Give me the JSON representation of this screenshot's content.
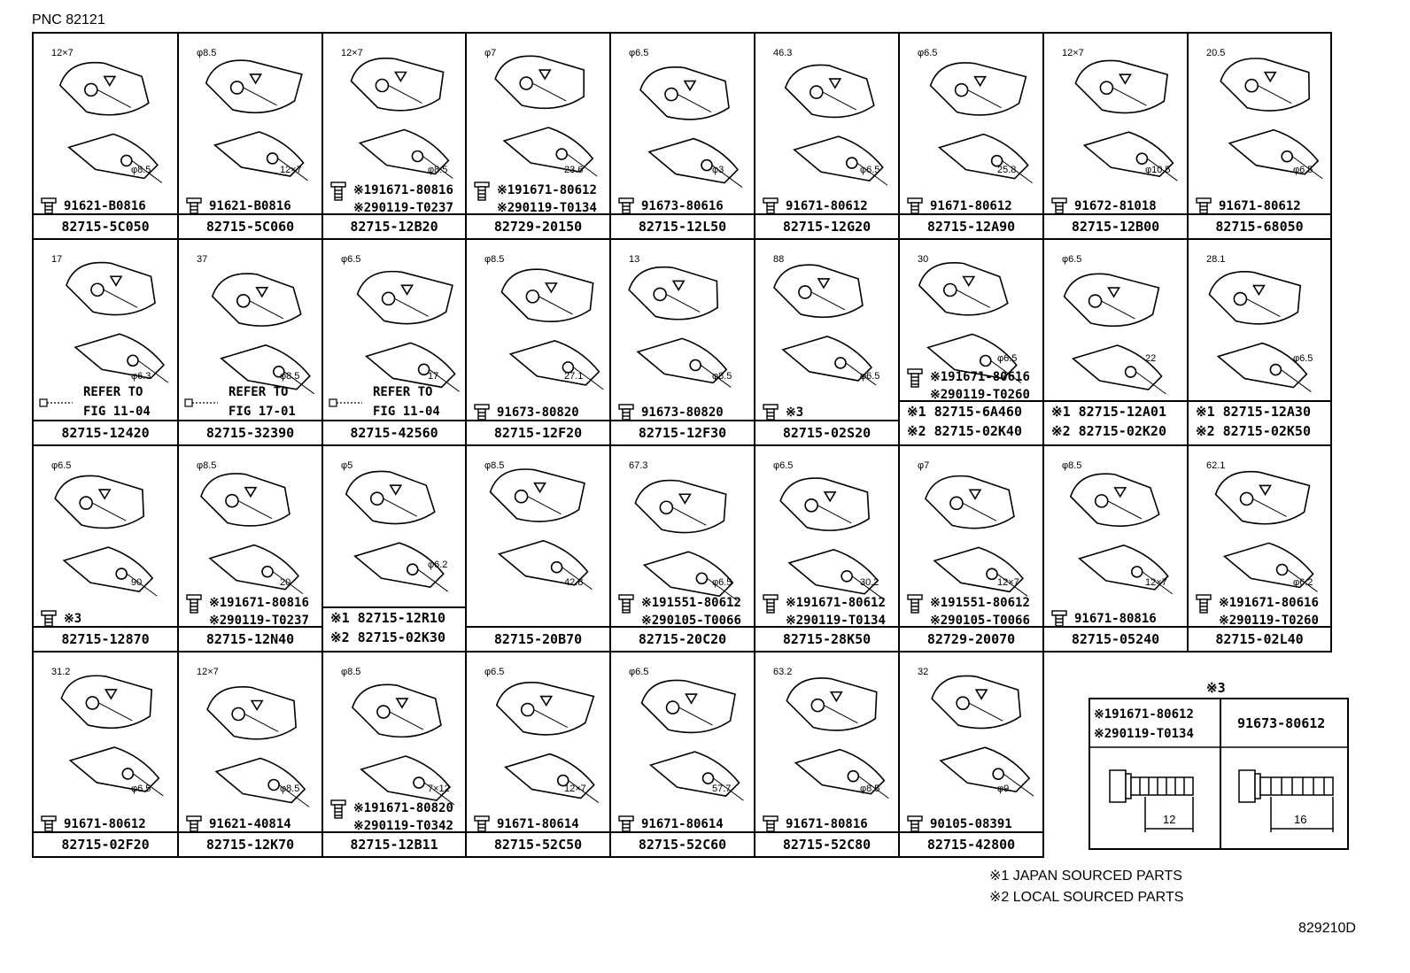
{
  "pnc": "PNC 82121",
  "figure_code": "829210D",
  "notes": [
    "※1 JAPAN SOURCED PARTS",
    "※2 LOCAL SOURCED PARTS"
  ],
  "legend": {
    "title": "※3",
    "left_codes": [
      "※191671-80612",
      "※290119-T0134"
    ],
    "right_code": "91673-80612",
    "left_dim": "12",
    "right_dim": "16"
  },
  "rows": [
    [
      {
        "part": "82715-5C050",
        "bolt": [
          "91621-B0816"
        ],
        "dims": [
          "12×7",
          "φ8.5"
        ]
      },
      {
        "part": "82715-5C060",
        "bolt": [
          "91621-B0816"
        ],
        "dims": [
          "φ8.5",
          "12×7"
        ]
      },
      {
        "part": "82715-12B20",
        "bolt": [
          "※191671-80816",
          "※290119-T0237"
        ],
        "dims": [
          "12×7",
          "φ8.5"
        ]
      },
      {
        "part": "82729-20150",
        "bolt": [
          "※191671-80612",
          "※290119-T0134"
        ],
        "dims": [
          "φ7",
          "23.6"
        ]
      },
      {
        "part": "82715-12L50",
        "bolt": [
          "91673-80616"
        ],
        "dims": [
          "φ6.5",
          "φ3"
        ]
      },
      {
        "part": "82715-12G20",
        "bolt": [
          "91671-80612"
        ],
        "dims": [
          "46.3",
          "φ6.5"
        ]
      },
      {
        "part": "82715-12A90",
        "bolt": [
          "91671-80612"
        ],
        "dims": [
          "φ6.5",
          "25.8"
        ]
      },
      {
        "part": "82715-12B00",
        "bolt": [
          "91672-81018"
        ],
        "dims": [
          "12×7",
          "φ10.5"
        ]
      },
      {
        "part": "82715-68050",
        "bolt": [
          "91671-80612"
        ],
        "dims": [
          "20.5",
          "φ6.5"
        ]
      }
    ],
    [
      {
        "part": "82715-12420",
        "refer": [
          "REFER TO",
          "FIG 11-04"
        ],
        "dims": [
          "17",
          "φ6.3"
        ]
      },
      {
        "part": "82715-32390",
        "refer": [
          "REFER TO",
          "FIG 17-01"
        ],
        "dims": [
          "37",
          "φ8.5"
        ]
      },
      {
        "part": "82715-42560",
        "refer": [
          "REFER TO",
          "FIG 11-04"
        ],
        "dims": [
          "φ6.5",
          "17"
        ]
      },
      {
        "part": "82715-12F20",
        "bolt": [
          "91673-80820"
        ],
        "dims": [
          "φ8.5",
          "27.1"
        ]
      },
      {
        "part": "82715-12F30",
        "bolt": [
          "91673-80820"
        ],
        "dims": [
          "13",
          "φ8.5"
        ]
      },
      {
        "part": "82715-02S20",
        "bolt": [
          "※3"
        ],
        "dims": [
          "88",
          "φ6.5"
        ]
      },
      {
        "part": [
          "※1 82715-6A460",
          "※2 82715-02K40"
        ],
        "bolt": [
          "※191671-80616",
          "※290119-T0260"
        ],
        "dims": [
          "30",
          "φ6.5"
        ]
      },
      {
        "part": [
          "※1 82715-12A01",
          "※2 82715-02K20"
        ],
        "dims": [
          "φ6.5",
          "22"
        ]
      },
      {
        "part": [
          "※1 82715-12A30",
          "※2 82715-02K50"
        ],
        "dims": [
          "28.1",
          "φ6.5"
        ]
      }
    ],
    [
      {
        "part": "82715-12870",
        "bolt": [
          "※3"
        ],
        "dims": [
          "φ6.5",
          "90"
        ]
      },
      {
        "part": "82715-12N40",
        "bolt": [
          "※191671-80816",
          "※290119-T0237"
        ],
        "dims": [
          "φ8.5",
          "20"
        ]
      },
      {
        "part": [
          "※1 82715-12R10",
          "※2 82715-02K30"
        ],
        "dims": [
          "φ5",
          "φ6.2"
        ]
      },
      {
        "part": "82715-20B70",
        "dims": [
          "φ8.5",
          "42.8"
        ]
      },
      {
        "part": "82715-20C20",
        "bolt": [
          "※191551-80612",
          "※290105-T0066"
        ],
        "dims": [
          "67.3",
          "φ6.5"
        ]
      },
      {
        "part": "82715-28K50",
        "bolt": [
          "※191671-80612",
          "※290119-T0134"
        ],
        "dims": [
          "φ6.5",
          "30.2"
        ]
      },
      {
        "part": "82729-20070",
        "bolt": [
          "※191551-80612",
          "※290105-T0066"
        ],
        "dims": [
          "φ7",
          "12×7"
        ]
      },
      {
        "part": "82715-05240",
        "bolt": [
          "91671-80816"
        ],
        "dims": [
          "φ8.5",
          "12×7"
        ]
      },
      {
        "part": "82715-02L40",
        "bolt": [
          "※191671-80616",
          "※290119-T0260"
        ],
        "dims": [
          "62.1",
          "φ6.2"
        ]
      }
    ],
    [
      {
        "part": "82715-02F20",
        "bolt": [
          "91671-80612"
        ],
        "dims": [
          "31.2",
          "φ6.5"
        ]
      },
      {
        "part": "82715-12K70",
        "bolt": [
          "91621-40814"
        ],
        "dims": [
          "12×7",
          "φ8.5"
        ]
      },
      {
        "part": "82715-12B11",
        "bolt": [
          "※191671-80820",
          "※290119-T0342"
        ],
        "dims": [
          "φ8.5",
          "7×12"
        ]
      },
      {
        "part": "82715-52C50",
        "bolt": [
          "91671-80614"
        ],
        "dims": [
          "φ6.5",
          "12×7"
        ]
      },
      {
        "part": "82715-52C60",
        "bolt": [
          "91671-80614"
        ],
        "dims": [
          "φ6.5",
          "57.7"
        ]
      },
      {
        "part": "82715-52C80",
        "bolt": [
          "91671-80816"
        ],
        "dims": [
          "63.2",
          "φ8.5"
        ]
      },
      {
        "part": "82715-42800",
        "bolt": [
          "90105-08391"
        ],
        "dims": [
          "32",
          "φ9"
        ]
      }
    ]
  ]
}
